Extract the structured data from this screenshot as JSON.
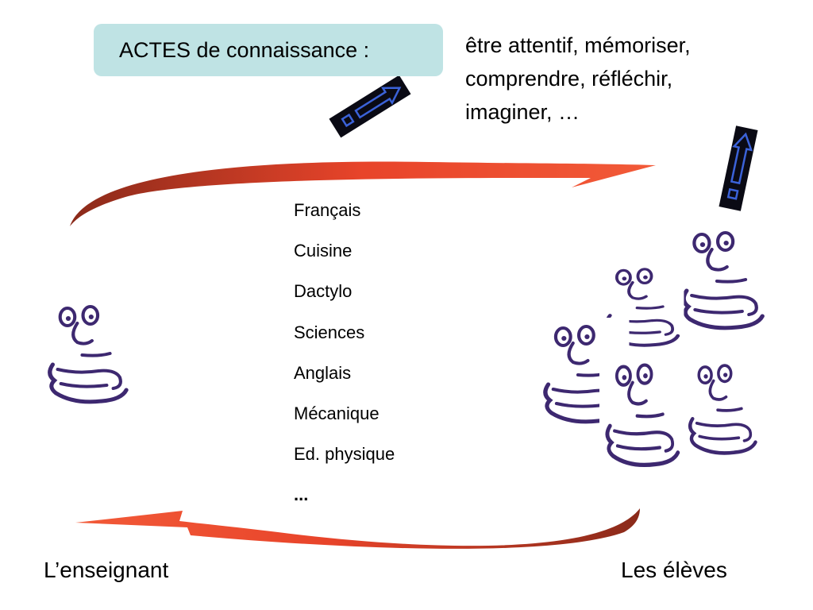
{
  "acts": {
    "title": "ACTES de connaissance :",
    "description_lines": [
      "être attentif, mémoriser,",
      "comprendre, réfléchir,",
      "imaginer, …"
    ]
  },
  "subjects": [
    "Français",
    "Cuisine",
    "Dactylo",
    "Sciences",
    "Anglais",
    "Mécanique",
    "Ed. physique",
    "..."
  ],
  "roles": {
    "teacher": "L’enseignant",
    "students": "Les élèves"
  },
  "colors": {
    "arrow_fill": "#e8442a",
    "arrow_dark": "#8a2a1a",
    "box_fill": "#bfe3e4",
    "face_line": "#3d2870",
    "icon_arrow": "#3b62d8"
  },
  "icons": {
    "top_arrow": "curved-arrow-right",
    "bottom_arrow": "curved-arrow-left",
    "small_arrows": "blue-arrow-icon",
    "faces": "cartoon-face-icon"
  }
}
